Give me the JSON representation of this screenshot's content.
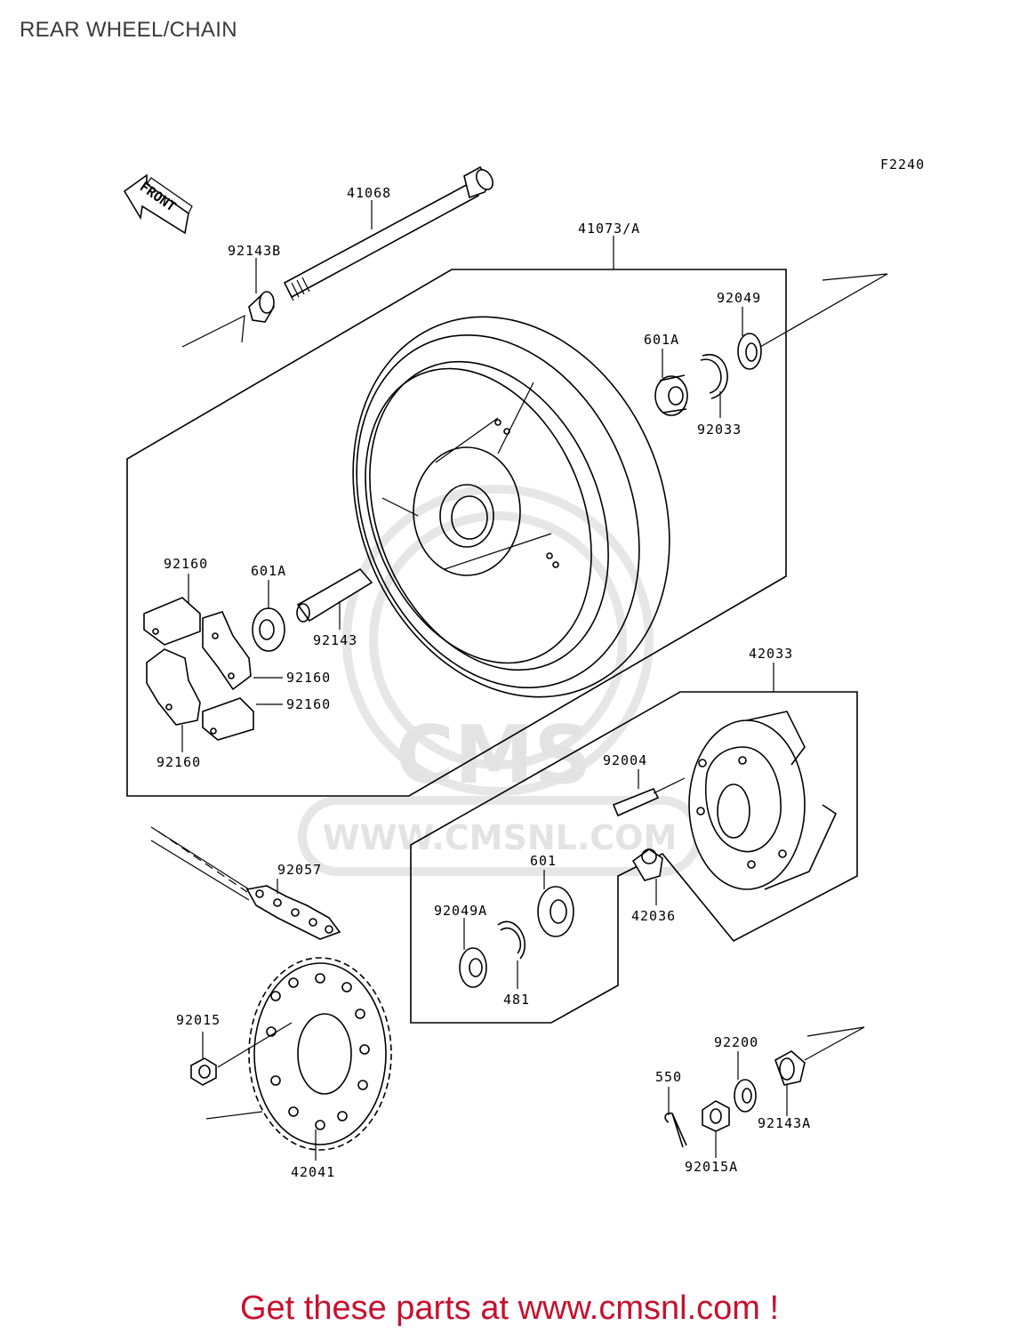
{
  "title": "REAR WHEEL/CHAIN",
  "figure_code": "F2240",
  "front_marker": "FRONT",
  "watermark": {
    "logo": "CMS",
    "url": "WWW.CMSNL.COM"
  },
  "labels": {
    "p41068": "41068",
    "p41073A": "41073/A",
    "p92143B": "92143B",
    "p92049": "92049",
    "p601A_top": "601A",
    "p92033": "92033",
    "p92160_a": "92160",
    "p601A_left": "601A",
    "p92143": "92143",
    "p92160_b": "92160",
    "p92160_c": "92160",
    "p92160_d": "92160",
    "p42033": "42033",
    "p92004": "92004",
    "p92057": "92057",
    "p601": "601",
    "p92049A": "92049A",
    "p42036": "42036",
    "p481": "481",
    "p92015": "92015",
    "p92200": "92200",
    "p550": "550",
    "p92143A": "92143A",
    "p92015A": "92015A",
    "p42041": "42041"
  },
  "footer": "Get these parts at www.cmsnl.com !",
  "colors": {
    "footer_text": "#c8102e",
    "line": "#000000",
    "watermark": "#e3e3e3"
  }
}
